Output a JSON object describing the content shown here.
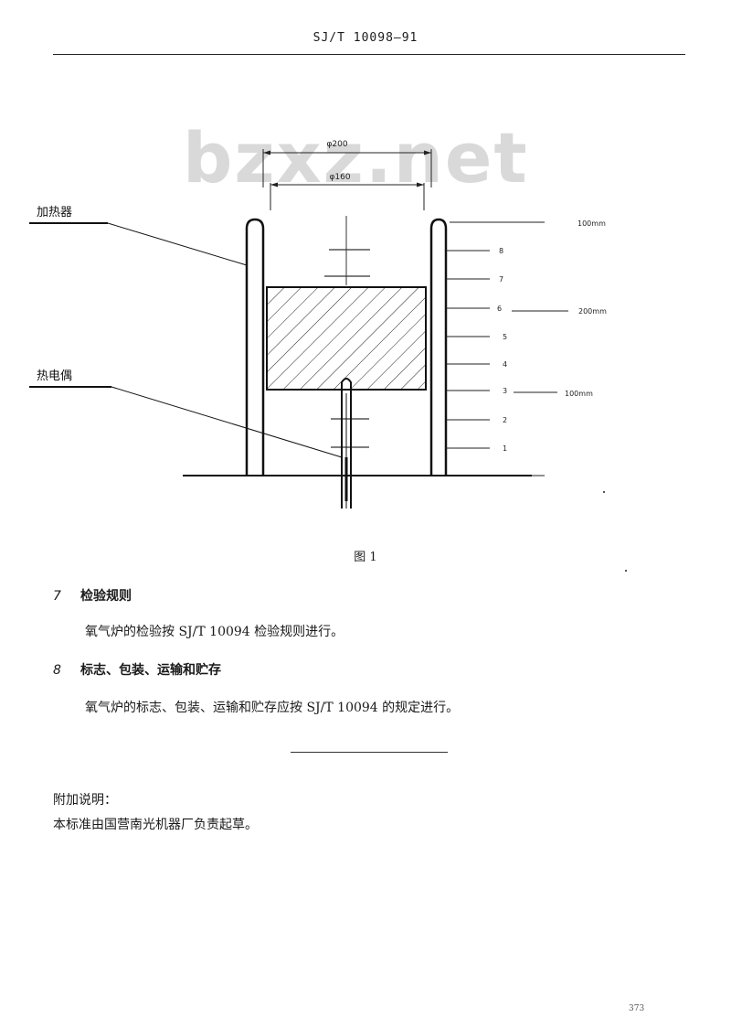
{
  "header": {
    "standard_code": "SJ/T 10098—91"
  },
  "watermark": {
    "text": "bzxz.net"
  },
  "figure": {
    "dim_outer": "φ200",
    "dim_inner": "φ160",
    "label_heater": "加热器",
    "label_thermocouple": "热电偶",
    "level_labels": [
      "8",
      "7",
      "6",
      "5",
      "4",
      "3",
      "2",
      "1"
    ],
    "label_top": "100mm",
    "label_mid": "200mm",
    "label_low": "100mm",
    "caption": "图 1"
  },
  "sections": [
    {
      "number": "7",
      "title": "检验规则",
      "body": "氧气炉的检验按 SJ/T 10094 检验规则进行。"
    },
    {
      "number": "8",
      "title": "标志、包装、运输和贮存",
      "body": "氧气炉的标志、包装、运输和贮存应按 SJ/T 10094 的规定进行。"
    }
  ],
  "note": {
    "title": "附加说明：",
    "body": "本标准由国营南光机器厂负责起草。"
  },
  "page_number": "373"
}
